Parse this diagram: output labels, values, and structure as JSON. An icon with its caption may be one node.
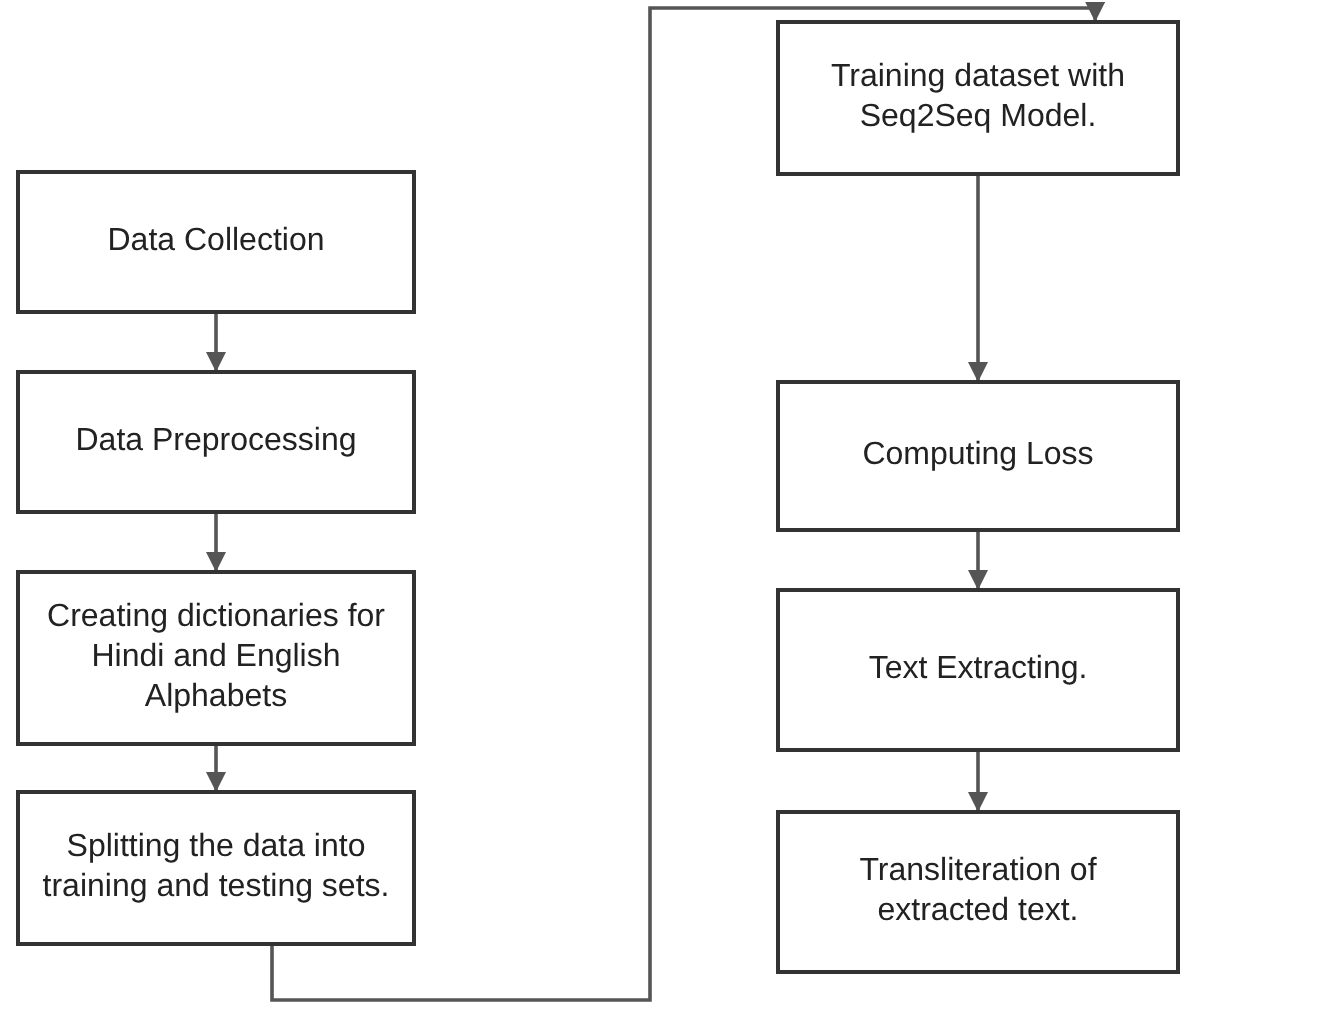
{
  "diagram": {
    "nodes": [
      {
        "text": [
          "Data Collection"
        ]
      },
      {
        "text": [
          "Data Preprocessing"
        ]
      },
      {
        "text": [
          "Creating dictionaries for Hindi and English Alphabets"
        ]
      },
      {
        "text": [
          "Splitting the data into training and testing sets."
        ]
      },
      {
        "text": [
          "Training dataset with Seq2Seq Model."
        ]
      },
      {
        "text": [
          "Computing Loss"
        ]
      },
      {
        "text": [
          "Text Extracting."
        ]
      },
      {
        "text": [
          "Transliteration of extracted text."
        ]
      }
    ],
    "edges": [
      {
        "from": 0,
        "to": 1,
        "arrow": "to"
      },
      {
        "from": 1,
        "to": 2,
        "arrow": "to"
      },
      {
        "from": 2,
        "to": 3,
        "arrow": "to"
      },
      {
        "from": 3,
        "to": 4,
        "arrow": "to"
      },
      {
        "from": 4,
        "to": 5,
        "arrow": "to"
      },
      {
        "from": 5,
        "to": 6,
        "arrow": "to"
      },
      {
        "from": 6,
        "to": 7,
        "arrow": "to"
      }
    ]
  }
}
